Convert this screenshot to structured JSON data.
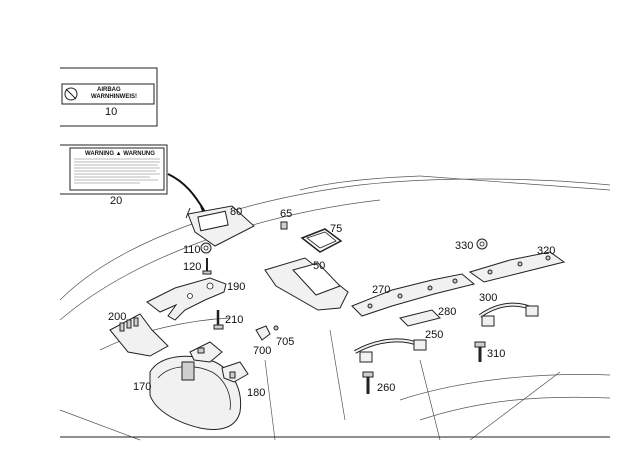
{
  "callouts": [
    {
      "id": "10",
      "text": "10"
    },
    {
      "id": "20",
      "text": "20"
    },
    {
      "id": "65",
      "text": "65"
    },
    {
      "id": "75",
      "text": "75"
    },
    {
      "id": "80",
      "text": "80"
    },
    {
      "id": "50",
      "text": "50"
    },
    {
      "id": "110",
      "text": "110"
    },
    {
      "id": "120",
      "text": "120"
    },
    {
      "id": "190",
      "text": "190"
    },
    {
      "id": "200",
      "text": "200"
    },
    {
      "id": "210",
      "text": "210"
    },
    {
      "id": "700",
      "text": "700"
    },
    {
      "id": "705",
      "text": "705"
    },
    {
      "id": "170",
      "text": "170"
    },
    {
      "id": "180",
      "text": "180"
    },
    {
      "id": "270",
      "text": "270"
    },
    {
      "id": "280",
      "text": "280"
    },
    {
      "id": "250",
      "text": "250"
    },
    {
      "id": "260",
      "text": "260"
    },
    {
      "id": "330",
      "text": "330"
    },
    {
      "id": "320",
      "text": "320"
    },
    {
      "id": "300",
      "text": "300"
    },
    {
      "id": "310",
      "text": "310"
    }
  ],
  "labels": {
    "airbag_line1": "AIRBAG",
    "airbag_line2": "WARNHINWEIS!",
    "warning_header": "WARNING ▲ WARNUNG"
  }
}
